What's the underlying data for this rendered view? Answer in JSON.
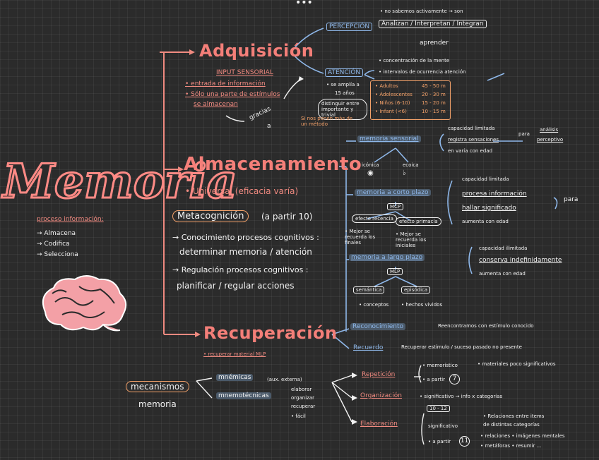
{
  "topbar": {
    "dots": "•••"
  },
  "memoria": {
    "title": "Memoria",
    "subtitle": "proceso información:",
    "items": [
      "→ Almacena",
      "→ Codifica",
      "→ Selecciona"
    ]
  },
  "adquisicion": {
    "title": "Adquisición",
    "input": "INPUT SENSORIAL",
    "bullets": [
      "• entrada de información",
      "• Sólo una parte de estímulos",
      "se almacenan"
    ],
    "gracias": "gracias",
    "a": "a",
    "percepcion": {
      "label": "PERCEPCIÓN",
      "note": "• no sabemos activamente → son",
      "verbs": "Analizan / Interpretan / Integran",
      "aprender": "aprender"
    },
    "atencion": {
      "label": "ATENCIÓN",
      "notes": [
        "• concentración de la mente",
        "• intervalos de ocurrencia atención"
      ],
      "se_amplia": "• se amplía a",
      "anos": "15 años",
      "bubble": "distinguir entre importante y trivial",
      "si_no": "Si nos ponen más de un método",
      "table": [
        {
          "group": "• Adultos",
          "range": "45 - 50 m"
        },
        {
          "group": "• Adolescentes",
          "range": "20 - 30 m"
        },
        {
          "group": "• Niños (6-10)",
          "range": "15 - 20 m"
        },
        {
          "group": "• Infant (<6)",
          "range": "10 - 15 m"
        }
      ]
    }
  },
  "almacenamiento": {
    "title": "Almacenamiento",
    "universal": "• Universal (eficacia varía)",
    "metacognicion": "Metacognición",
    "a_partir": "(a partir 10)",
    "conocimiento_1": "→ Conocimiento procesos cognitivos :",
    "conocimiento_2": "determinar memoria / atención",
    "regulacion_1": "→ Regulación procesos cognitivos :",
    "regulacion_2": "planificar / regular acciones",
    "sensorial": {
      "label": "memoria sensorial",
      "notes": [
        "capacidad limitada",
        "registra sensaciones",
        "en varía con edad"
      ],
      "para": "para",
      "analisis": "análisis",
      "perceptivo": "perceptivo",
      "icon_labels": [
        "icónica",
        "ecoica"
      ]
    },
    "corto": {
      "label": "memoria a corto plazo",
      "mcp": "MCP",
      "notes": [
        "capacidad limitada",
        "procesa información",
        "hallar significado",
        "aumenta con edad"
      ],
      "para": "para",
      "subs": [
        "efecto recencia",
        "efecto primacía"
      ],
      "sub_notes": [
        "• Mejor se recuerda los finales",
        "• Mejor se recuerda los iniciales"
      ]
    },
    "largo": {
      "label": "memoria a largo plazo",
      "mlp": "MLP",
      "notes": [
        "capacidad ilimitada",
        "conserva indefinidamente",
        "aumenta con edad"
      ],
      "subs": [
        "semántica",
        "episódica"
      ],
      "sub_notes": [
        "• conceptos",
        "• hechos vividos"
      ]
    }
  },
  "recuperacion": {
    "title": "Recuperación",
    "sub": "• recuperar material MLP",
    "reconocimiento": "Reconocimiento",
    "reco_note": "Reencontramos con estímulo conocido",
    "recuerdo": "Recuerdo",
    "recu_note": "Recuperar estímulo / suceso pasado no presente"
  },
  "mecanismos": {
    "label": "mecanismos",
    "memoria": "memoria",
    "mnemicas": "mnémicas",
    "aux": "(aux. externa)",
    "mnemotecnicas": "mnemotécnicas",
    "mnem_notes": [
      "elaborar",
      "organizar",
      "recuperar",
      "• fácil"
    ],
    "repeticion": {
      "label": "Repetición",
      "notes": [
        "• memorístico",
        "• materiales poco significativos"
      ],
      "a_partir": "• a partir",
      "num": "7"
    },
    "organizacion": {
      "label": "Organización",
      "notes": [
        "• significativo → info x categorías"
      ],
      "range": "10 - 12"
    },
    "elaboracion": {
      "label": "Elaboración",
      "notes": [
        "significativo",
        "• Relaciones entre items",
        "de distintas categorías",
        "• relaciones • imágenes mentales",
        "• metáforas • resumir ..."
      ],
      "a_partir": "• a partir",
      "num": "11"
    }
  }
}
